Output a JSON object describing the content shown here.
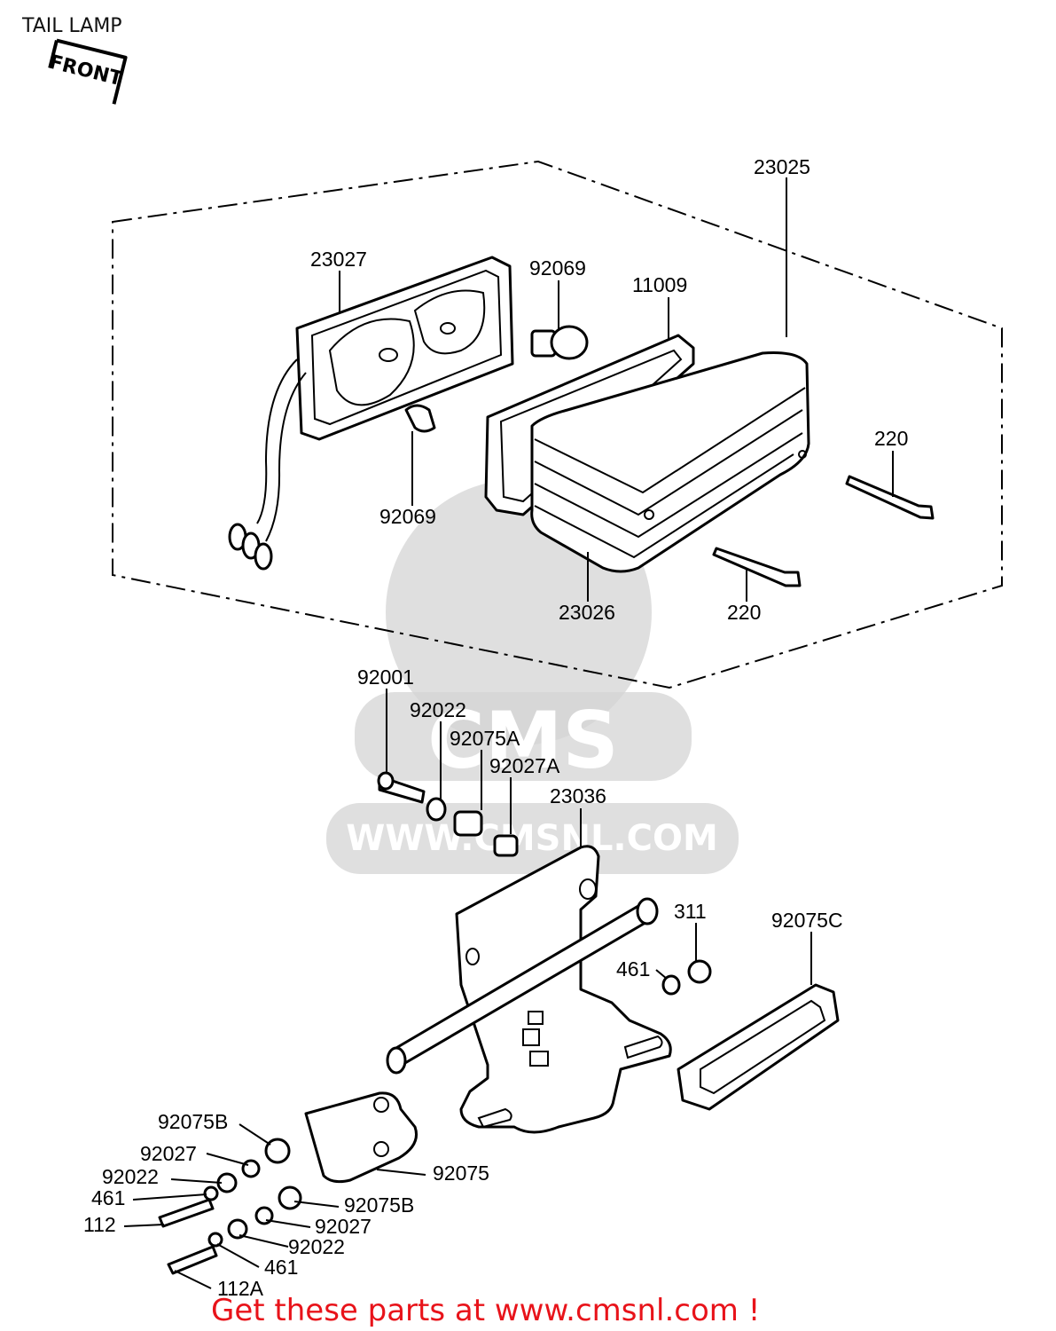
{
  "title": "TAIL LAMP",
  "front_mark": "FRONT",
  "watermark": {
    "brand": "CMS",
    "url": "WWW.CMSNL.COM"
  },
  "footer": "Get these parts at www.cmsnl.com !",
  "footer_color": "#e8131a",
  "parts": {
    "p23025": "23025",
    "p23027": "23027",
    "p92069_top": "92069",
    "p11009": "11009",
    "p220_a": "220",
    "p92069_bottom": "92069",
    "p23026": "23026",
    "p220_b": "220",
    "p92001": "92001",
    "p92022_top": "92022",
    "p92075A": "92075A",
    "p92027A": "92027A",
    "p23036": "23036",
    "p311": "311",
    "p92075C": "92075C",
    "p461_right": "461",
    "p92075B_left": "92075B",
    "p92027_left": "92027",
    "p92022_left": "92022",
    "p461_left": "461",
    "p112": "112",
    "p92075": "92075",
    "p92075B_right": "92075B",
    "p92027_right": "92027",
    "p92022_right": "92022",
    "p461_bottom": "461",
    "p112A": "112A"
  }
}
